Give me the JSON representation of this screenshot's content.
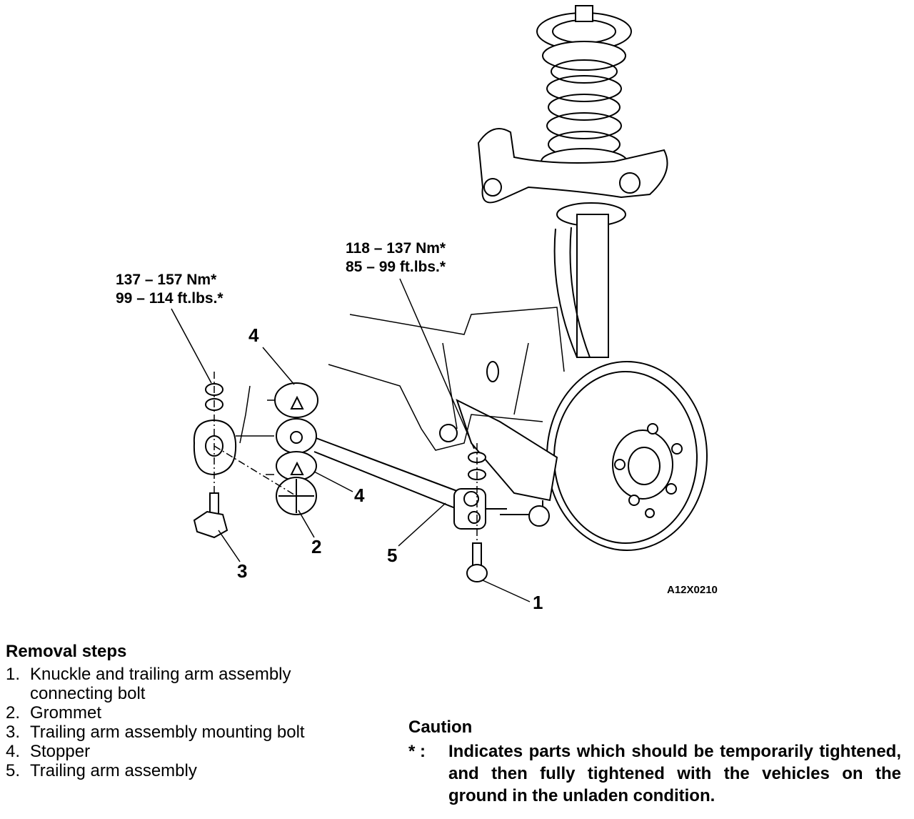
{
  "figure": {
    "code": "A12X0210",
    "callouts": [
      "1",
      "2",
      "3",
      "4",
      "4",
      "5"
    ],
    "torque_left": {
      "metric": "137 – 157 Nm*",
      "imperial": "99 – 114 ft.lbs.*"
    },
    "torque_right": {
      "metric": "118 – 137 Nm*",
      "imperial": "85 – 99 ft.lbs.*"
    }
  },
  "removal": {
    "title": "Removal steps",
    "steps": [
      {
        "num": "1.",
        "text": "Knuckle and trailing arm assembly connecting bolt"
      },
      {
        "num": "2.",
        "text": "Grommet"
      },
      {
        "num": "3.",
        "text": "Trailing arm assembly mounting bolt"
      },
      {
        "num": "4.",
        "text": "Stopper"
      },
      {
        "num": "5.",
        "text": "Trailing arm assembly"
      }
    ]
  },
  "caution": {
    "title": "Caution",
    "mark": "* :",
    "text": "Indicates parts which should be temporarily tightened, and then fully tightened with the vehicles on the ground in the unladen condition."
  }
}
